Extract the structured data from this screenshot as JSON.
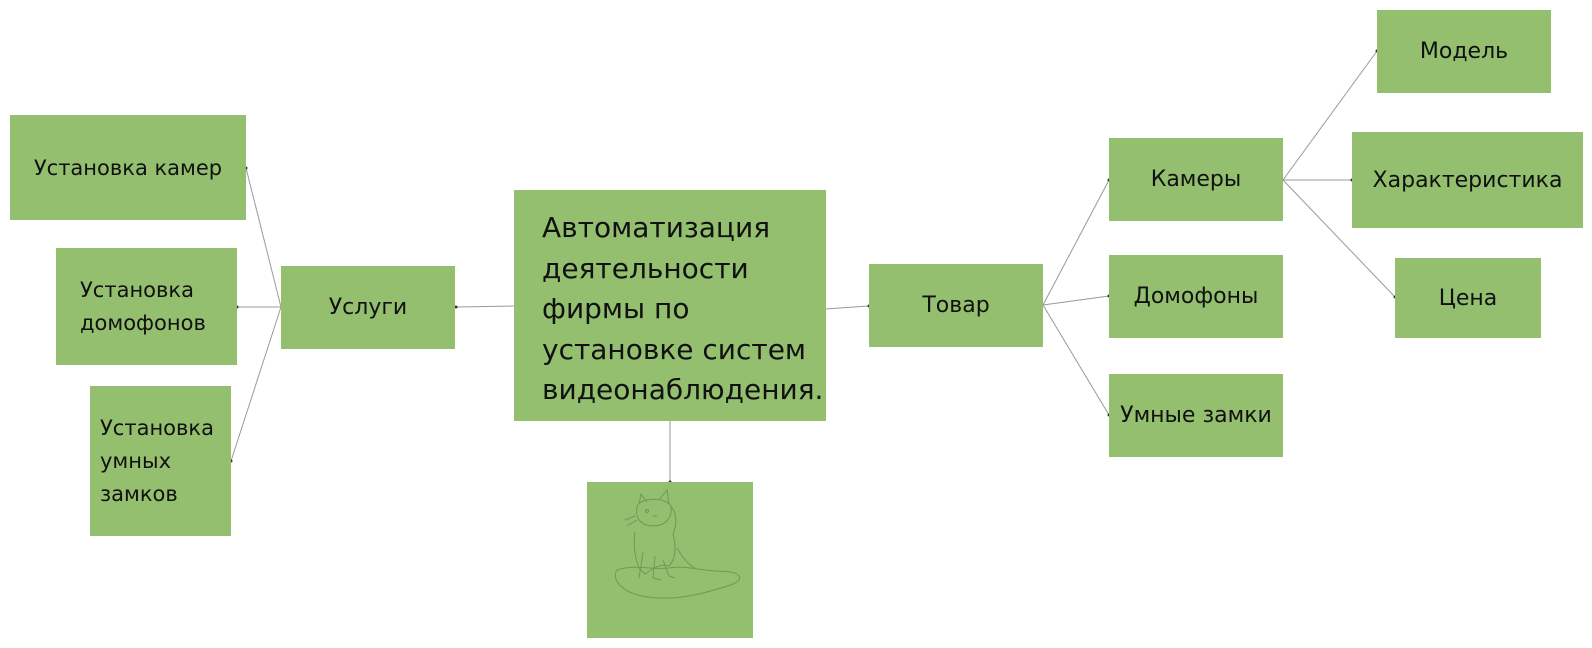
{
  "diagram": {
    "colors": {
      "node_fill": "#93bf6f",
      "edge": "#9a9a9a",
      "text": "#111111"
    },
    "root": {
      "label": "Автоматизация деятельности фирмы по установке систем видеонаблюдения."
    },
    "services": {
      "label": "Услуги",
      "children": [
        "Установка камер",
        "Установка домофонов",
        "Установка умных замков"
      ]
    },
    "goods": {
      "label": "Товар",
      "children": [
        "Камеры",
        "Домофоны",
        "Умные замки"
      ]
    },
    "camera_details": [
      "Модель",
      "Характеристика",
      "Цена"
    ],
    "illustration": {
      "subject": "cat-sketch"
    }
  }
}
